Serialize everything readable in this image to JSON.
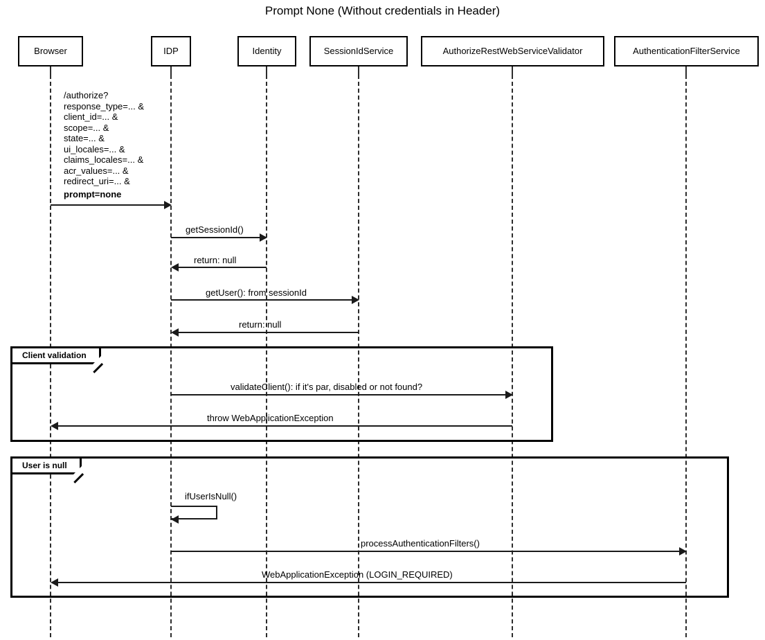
{
  "diagram": {
    "title": "Prompt None (Without credentials in Header)",
    "type": "uml-sequence-diagram"
  },
  "participants": [
    {
      "id": "browser",
      "label": "Browser"
    },
    {
      "id": "idp",
      "label": "IDP"
    },
    {
      "id": "identity",
      "label": "Identity"
    },
    {
      "id": "session",
      "label": "SessionIdService"
    },
    {
      "id": "validator",
      "label": "AuthorizeRestWebServiceValidator"
    },
    {
      "id": "authfilter",
      "label": "AuthenticationFilterService"
    }
  ],
  "messages": [
    {
      "id": "m1",
      "from": "browser",
      "to": "idp",
      "direction": "right",
      "label_lines": [
        "/authorize?",
        "response_type=... &",
        "client_id=... &",
        "scope=... &",
        "state=... &",
        "ui_locales=... &",
        "claims_locales=... &",
        "acr_values=... &",
        "redirect_uri=... &"
      ],
      "label_bold_line": "prompt=none"
    },
    {
      "id": "m2",
      "from": "idp",
      "to": "identity",
      "direction": "right",
      "label": "getSessionId()"
    },
    {
      "id": "m3",
      "from": "identity",
      "to": "idp",
      "direction": "left",
      "label": "return: null"
    },
    {
      "id": "m4",
      "from": "idp",
      "to": "session",
      "direction": "right",
      "label": "getUser(): from sessionId"
    },
    {
      "id": "m5",
      "from": "session",
      "to": "idp",
      "direction": "left",
      "label": "return: null"
    },
    {
      "id": "m6",
      "from": "idp",
      "to": "validator",
      "direction": "right",
      "label": "validateClient(): if it's par, disabled or not found?"
    },
    {
      "id": "m7",
      "from": "validator",
      "to": "browser",
      "direction": "left",
      "label": "throw WebApplicationException"
    },
    {
      "id": "m8",
      "from": "idp",
      "to": "idp",
      "direction": "self",
      "label": "ifUserIsNull()"
    },
    {
      "id": "m9",
      "from": "idp",
      "to": "authfilter",
      "direction": "right",
      "label": "processAuthenticationFilters()"
    },
    {
      "id": "m10",
      "from": "authfilter",
      "to": "browser",
      "direction": "left",
      "label": "WebApplicationException (LOGIN_REQUIRED)"
    }
  ],
  "fragments": [
    {
      "id": "f1",
      "label": "Client validation"
    },
    {
      "id": "f2",
      "label": "User is null"
    }
  ]
}
